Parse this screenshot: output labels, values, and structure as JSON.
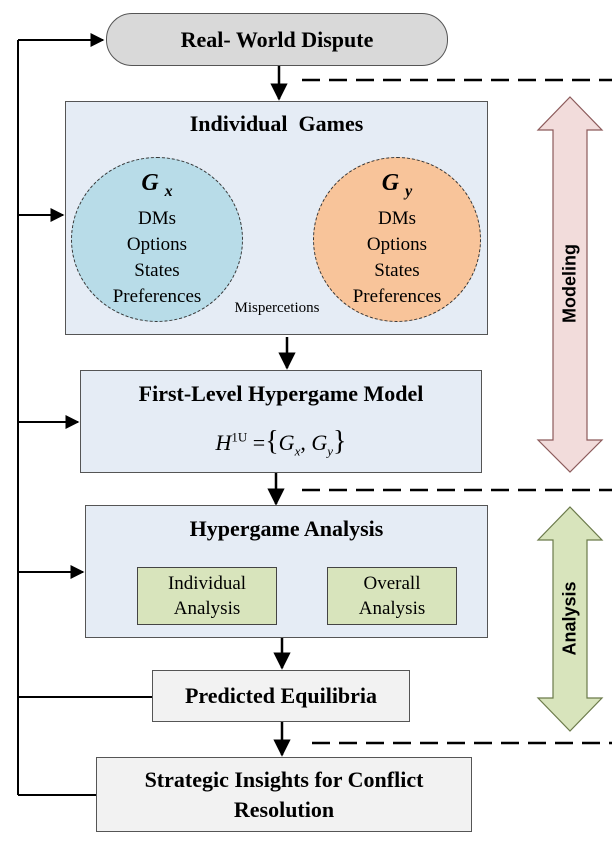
{
  "top": {
    "label": "Real- World Dispute"
  },
  "individual_games": {
    "title": "Individual  Games",
    "gx": {
      "letter": "G",
      "sub": "x",
      "items": [
        "DMs",
        "Options",
        "States",
        "Preferences"
      ]
    },
    "gy": {
      "letter": "G",
      "sub": "y",
      "items": [
        "DMs",
        "Options",
        "States",
        "Preferences"
      ]
    },
    "misperception_label": "Mispercetions"
  },
  "hypergame_model": {
    "title": "First-Level Hypergame Model",
    "formula": {
      "H": "H",
      "sup": "1U",
      "eq": "=",
      "open": "{",
      "g1": "G",
      "s1": "x",
      "comma": ",",
      "g2": "G",
      "s2": "y",
      "close": "}"
    }
  },
  "analysis": {
    "title": "Hypergame Analysis",
    "individual_line1": "Individual",
    "individual_line2": "Analysis",
    "overall_line1": "Overall",
    "overall_line2": "Analysis"
  },
  "equilibria": {
    "label": "Predicted Equilibria"
  },
  "insights": {
    "line1": "Strategic Insights for Conflict",
    "line2": "Resolution"
  },
  "side_labels": {
    "modeling": "Modeling",
    "analysis": "Analysis"
  },
  "colors": {
    "box_blue": "#e5ecf5",
    "box_grey": "#f2f2f2",
    "green": "#d8e4bc",
    "circle_x": "#b8dce8",
    "circle_y": "#f8c49a",
    "modeling_arrow": "#f2dcdb",
    "analysis_arrow": "#d8e4bc"
  }
}
